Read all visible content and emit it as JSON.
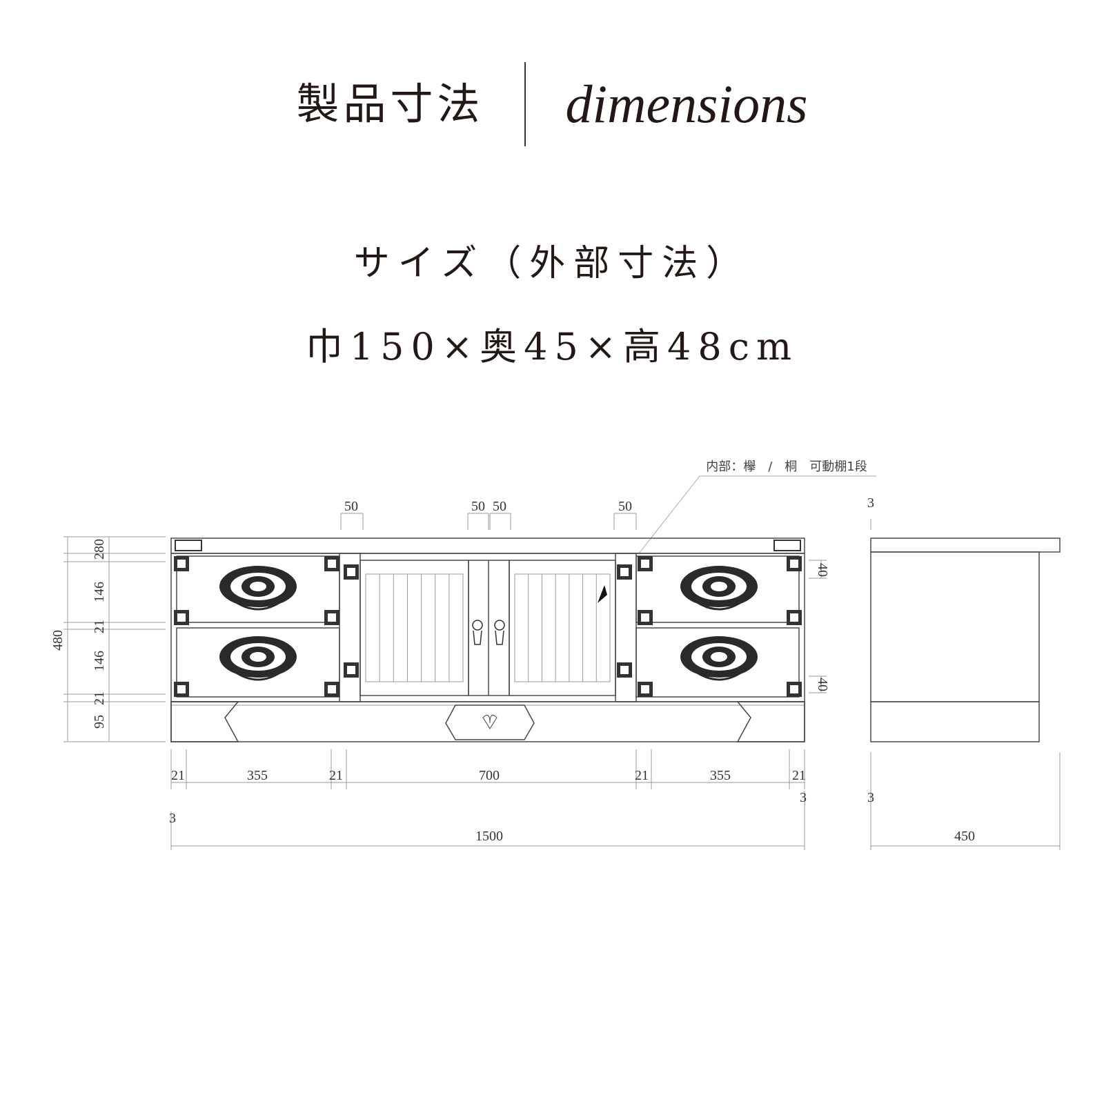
{
  "header": {
    "title_jp": "製品寸法",
    "title_en": "dimensions"
  },
  "size": {
    "label": "サイズ（外部寸法）",
    "value": "巾150×奥45×高48cm"
  },
  "drawing": {
    "note": "内部：欅　/　桐　可動棚1段",
    "top_dims": [
      "50",
      "50",
      "50",
      "50"
    ],
    "left_dims": [
      "280",
      "146",
      "21",
      "146",
      "21",
      "95"
    ],
    "left_total": "480",
    "right_dims": [
      "40",
      "40"
    ],
    "bottom_dims": [
      "21",
      "355",
      "21",
      "700",
      "21",
      "355",
      "21"
    ],
    "thickness_left": "3",
    "thickness_right": "3",
    "total_width": "1500",
    "side_top": "3",
    "side_bottom": "3",
    "side_depth": "450"
  }
}
